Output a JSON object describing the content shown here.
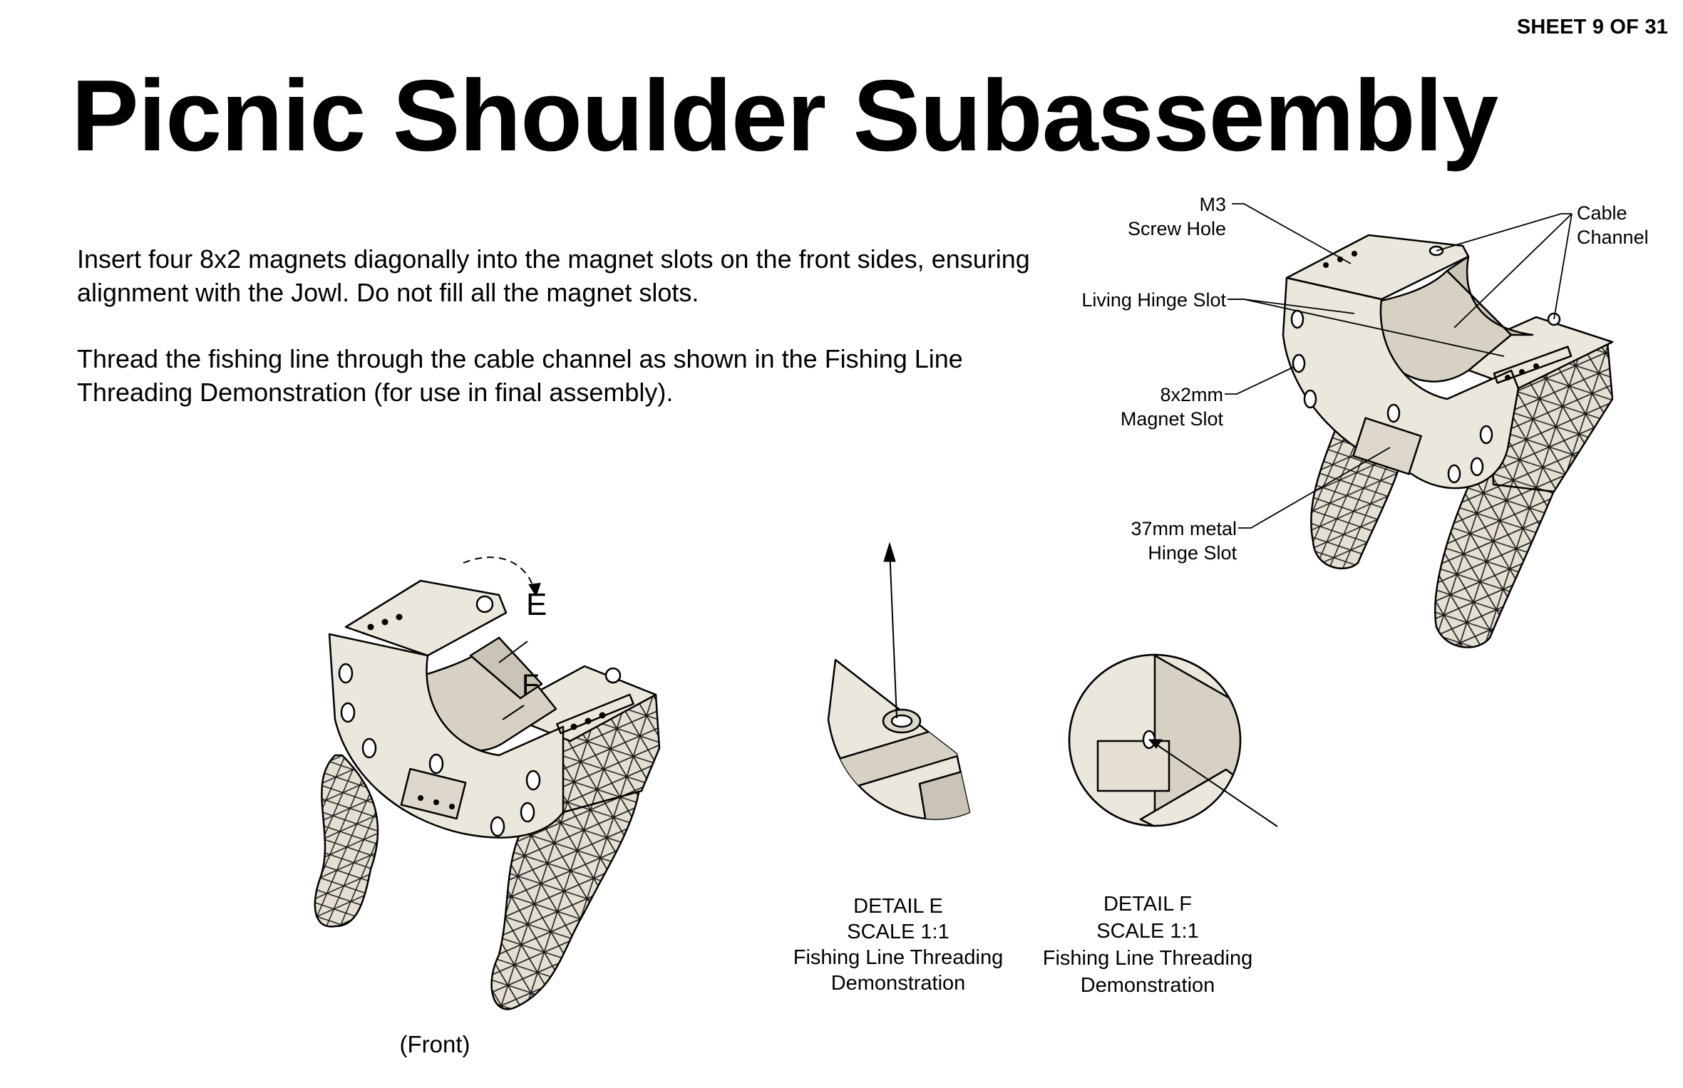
{
  "sheet": "SHEET 9 OF 31",
  "title": "Picnic Shoulder Subassembly",
  "instructions": [
    "Insert four 8x2 magnets diagonally into the magnet slots on the front sides, ensuring alignment with the Jowl. Do not fill all the magnet slots.",
    "Thread the fishing line through the cable channel as shown in the Fishing Line Threading Demonstration (for use in final assembly)."
  ],
  "callouts": {
    "m3": {
      "line1": "M3",
      "line2": "Screw Hole"
    },
    "cable": {
      "line1": "Cable",
      "line2": "Channel"
    },
    "hinge": {
      "line1": "Living Hinge Slot"
    },
    "magnet": {
      "line1": "8x2mm",
      "line2": "Magnet Slot"
    },
    "metal": {
      "line1": "37mm metal",
      "line2": "Hinge Slot"
    }
  },
  "detail_markers": {
    "e": "E",
    "f": "F"
  },
  "detail_e": {
    "line1": "DETAIL E",
    "line2": "SCALE 1:1",
    "line3": "Fishing Line Threading",
    "line4": "Demonstration"
  },
  "detail_f": {
    "line1": "DETAIL F",
    "line2": "SCALE 1:1",
    "line3": "Fishing Line Threading",
    "line4": "Demonstration"
  },
  "front_label": "(Front)",
  "colors": {
    "part_fill": "#ebe7dc",
    "part_shade": "#d6d1c3",
    "line": "#000000"
  }
}
